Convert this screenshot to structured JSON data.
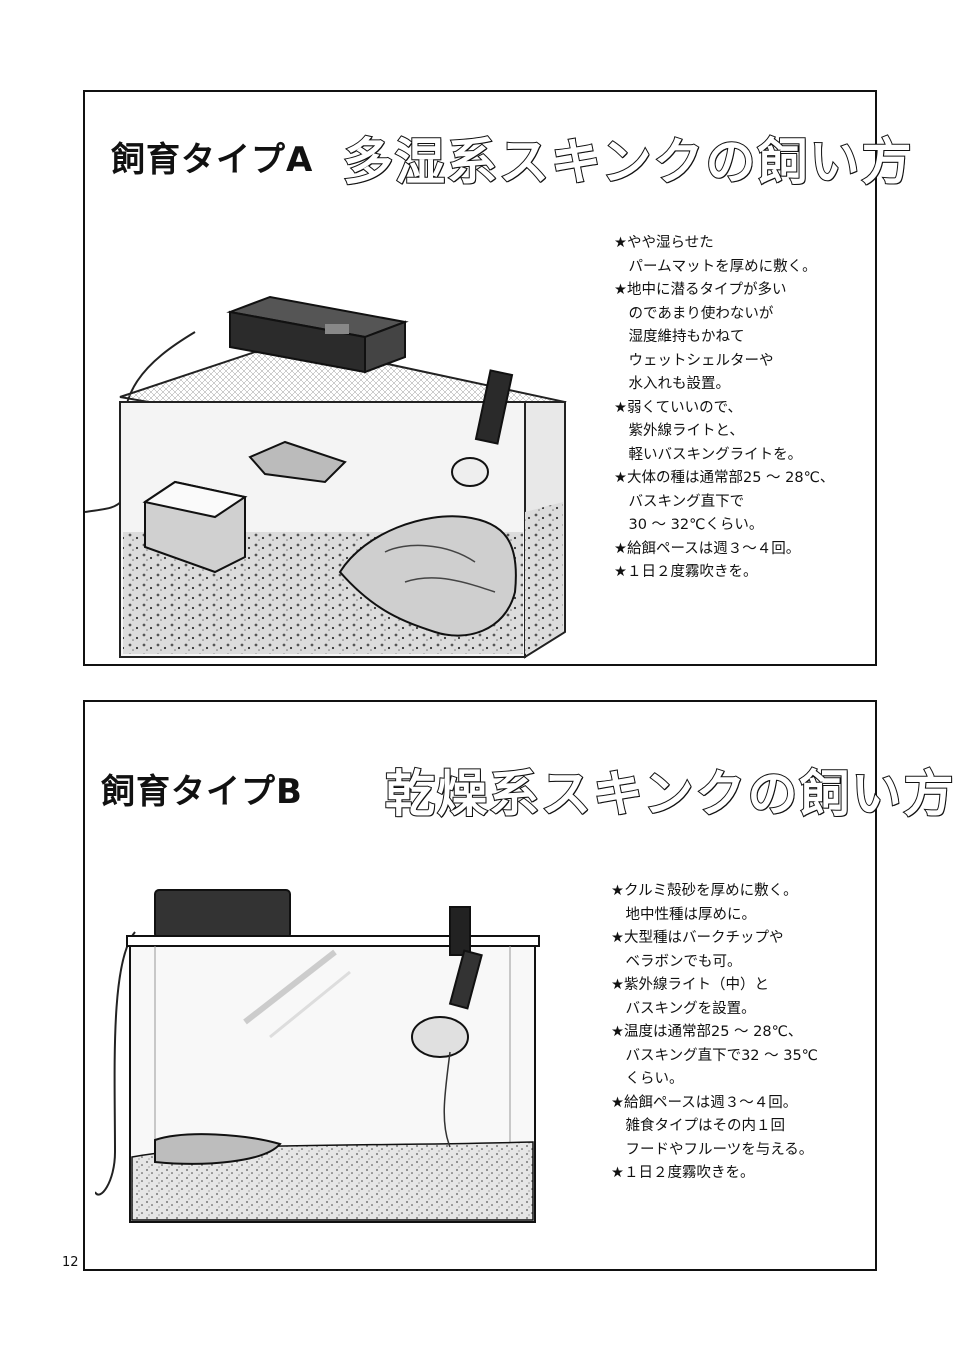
{
  "page_number": "12",
  "panel_a": {
    "type_label": "飼育タイプA",
    "title": "多湿系スキンクの飼い方",
    "notes": [
      "★やや湿らせた",
      "　パームマットを厚めに敷く。",
      "★地中に潜るタイプが多い",
      "　のであまり使わないが",
      "　湿度維持もかねて",
      "　ウェットシェルターや",
      "　水入れも設置。",
      "★弱くていいので、",
      "　紫外線ライトと、",
      "　軽いバスキングライトを。",
      "★大体の種は通常部25 ～ 28℃、",
      "　バスキング直下で",
      "　30 ～ 32℃くらい。",
      "★給餌ペースは週３～４回。",
      "★１日２度霧吹きを。"
    ]
  },
  "panel_b": {
    "type_label": "飼育タイプB",
    "title": "乾燥系スキンクの飼い方",
    "notes": [
      "★クルミ殻砂を厚めに敷く。",
      "　地中性種は厚めに。",
      "★大型種はバークチップや",
      "　ベラボンでも可。",
      "★紫外線ライト（中）と",
      "　バスキングを設置。",
      "★温度は通常部25 ～ 28℃、",
      "　バスキング直下で32 ～ 35℃",
      "　くらい。",
      "★給餌ペースは週３～４回。",
      "　雑食タイプはその内１回",
      "　フードやフルーツを与える。",
      "★１日２度霧吹きを。"
    ]
  }
}
